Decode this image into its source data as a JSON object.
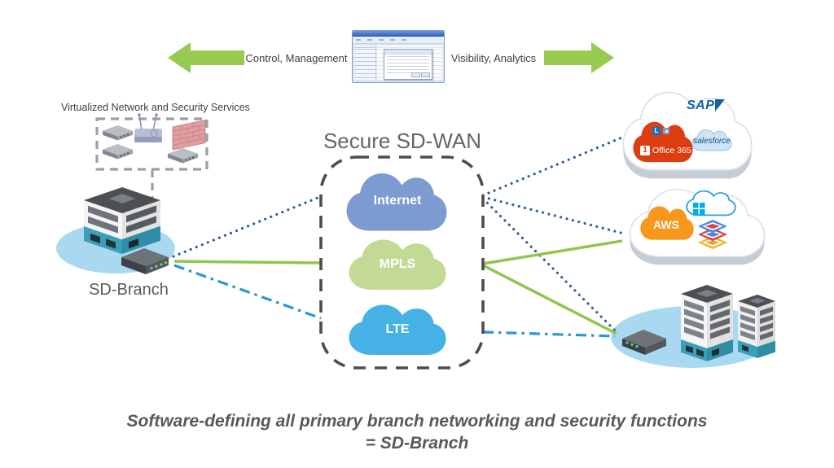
{
  "header": {
    "left_arrow_label": "Control, Management",
    "right_arrow_label": "Visibility, Analytics"
  },
  "branch_site": {
    "services_label": "Virtualized Network and Security Services",
    "site_label": "SD-Branch"
  },
  "sdwan_box": {
    "title": "Secure SD-WAN",
    "clouds": [
      {
        "label": "Internet",
        "color": "#7b9bd1",
        "link_style": "dotted"
      },
      {
        "label": "MPLS",
        "color": "#c3da96",
        "link_style": "solid"
      },
      {
        "label": "LTE",
        "color": "#45b1e5",
        "link_style": "dash-dot"
      }
    ]
  },
  "saas_cloud": {
    "sap_label": "SAP",
    "salesforce_label": "salesforce",
    "office365_label": "Office 365",
    "office_tile_digit": "1",
    "lync_tile_letter": "L"
  },
  "iaas_cloud": {
    "aws_label": "AWS"
  },
  "caption": {
    "line1": "Software-defining all primary branch networking and security functions",
    "line2": "= SD-Branch"
  },
  "colors": {
    "arrow_green": "#97ca50",
    "mpls_line_green": "#8fc74e",
    "internet_line_blue": "#2e5f9e",
    "lte_line_blue": "#2897d4",
    "internet_cloud_blue": "#7b9bd1",
    "mpls_cloud_green": "#c3da96",
    "lte_cloud_blue": "#45b1e5",
    "office365_red": "#dc3e11",
    "aws_orange": "#f7981d",
    "site_ellipse_blue": "#a9d9f1",
    "dashed_box_gray": "#4d4d4d"
  }
}
